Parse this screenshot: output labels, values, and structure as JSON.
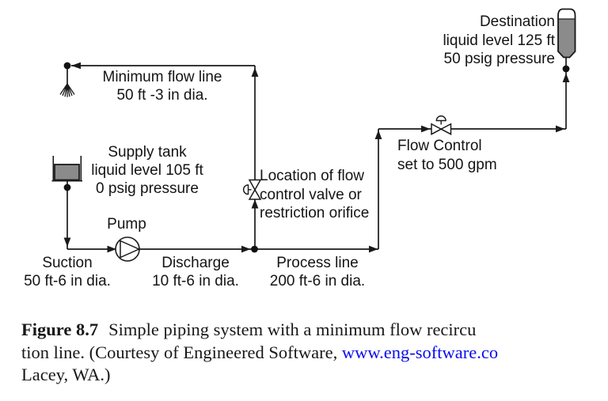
{
  "figure": {
    "labels": {
      "min_flow": {
        "l1": "Minimum flow line",
        "l2": "50 ft -3 in dia."
      },
      "supply": {
        "l1": "Supply tank",
        "l2": "liquid level 105 ft",
        "l3": "0 psig pressure"
      },
      "pump": {
        "l1": "Pump"
      },
      "suction": {
        "l1": "Suction",
        "l2": "50 ft-6 in dia."
      },
      "discharge": {
        "l1": "Discharge",
        "l2": "10 ft-6 in dia."
      },
      "process": {
        "l1": "Process line",
        "l2": "200 ft-6 in dia."
      },
      "valve_location": {
        "l1": "Location of flow",
        "l2": "control valve or",
        "l3": "restriction orifice"
      },
      "flow_control": {
        "l1": "Flow Control",
        "l2": "set to 500 gpm"
      },
      "destination": {
        "l1": "Destination",
        "l2": "liquid level 125 ft",
        "l3": "50 psig pressure"
      }
    },
    "colors": {
      "line": "#1a1a1a",
      "tank_fill": "#8b8b8b",
      "link_blue": "#0b0bee"
    }
  },
  "caption": {
    "figure_label": "Figure 8.7",
    "line1_text": "Simple piping system with a minimum flow recircu",
    "line2_pre": "tion line. (Courtesy of Engineered Software, ",
    "link_text": "www.eng-software.co",
    "line3": "Lacey, WA.)"
  }
}
